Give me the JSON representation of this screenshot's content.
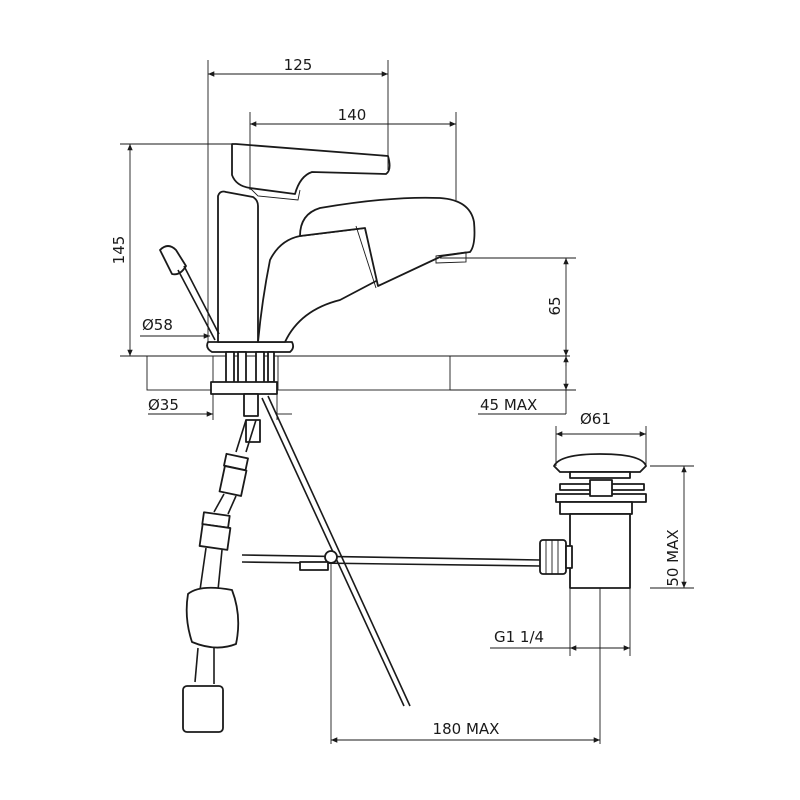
{
  "dimensions": {
    "width_125": "125",
    "spout_140": "140",
    "height_145": "145",
    "spout_height_65": "65",
    "base_diameter": "Ø58",
    "hole_diameter": "Ø35",
    "deck_thickness": "45 MAX",
    "plug_diameter": "Ø61",
    "waste_height": "50 MAX",
    "thread": "G1 1/4",
    "rod_reach": "180 MAX"
  },
  "colors": {
    "line": "#1a1a1a",
    "background": "#ffffff"
  }
}
